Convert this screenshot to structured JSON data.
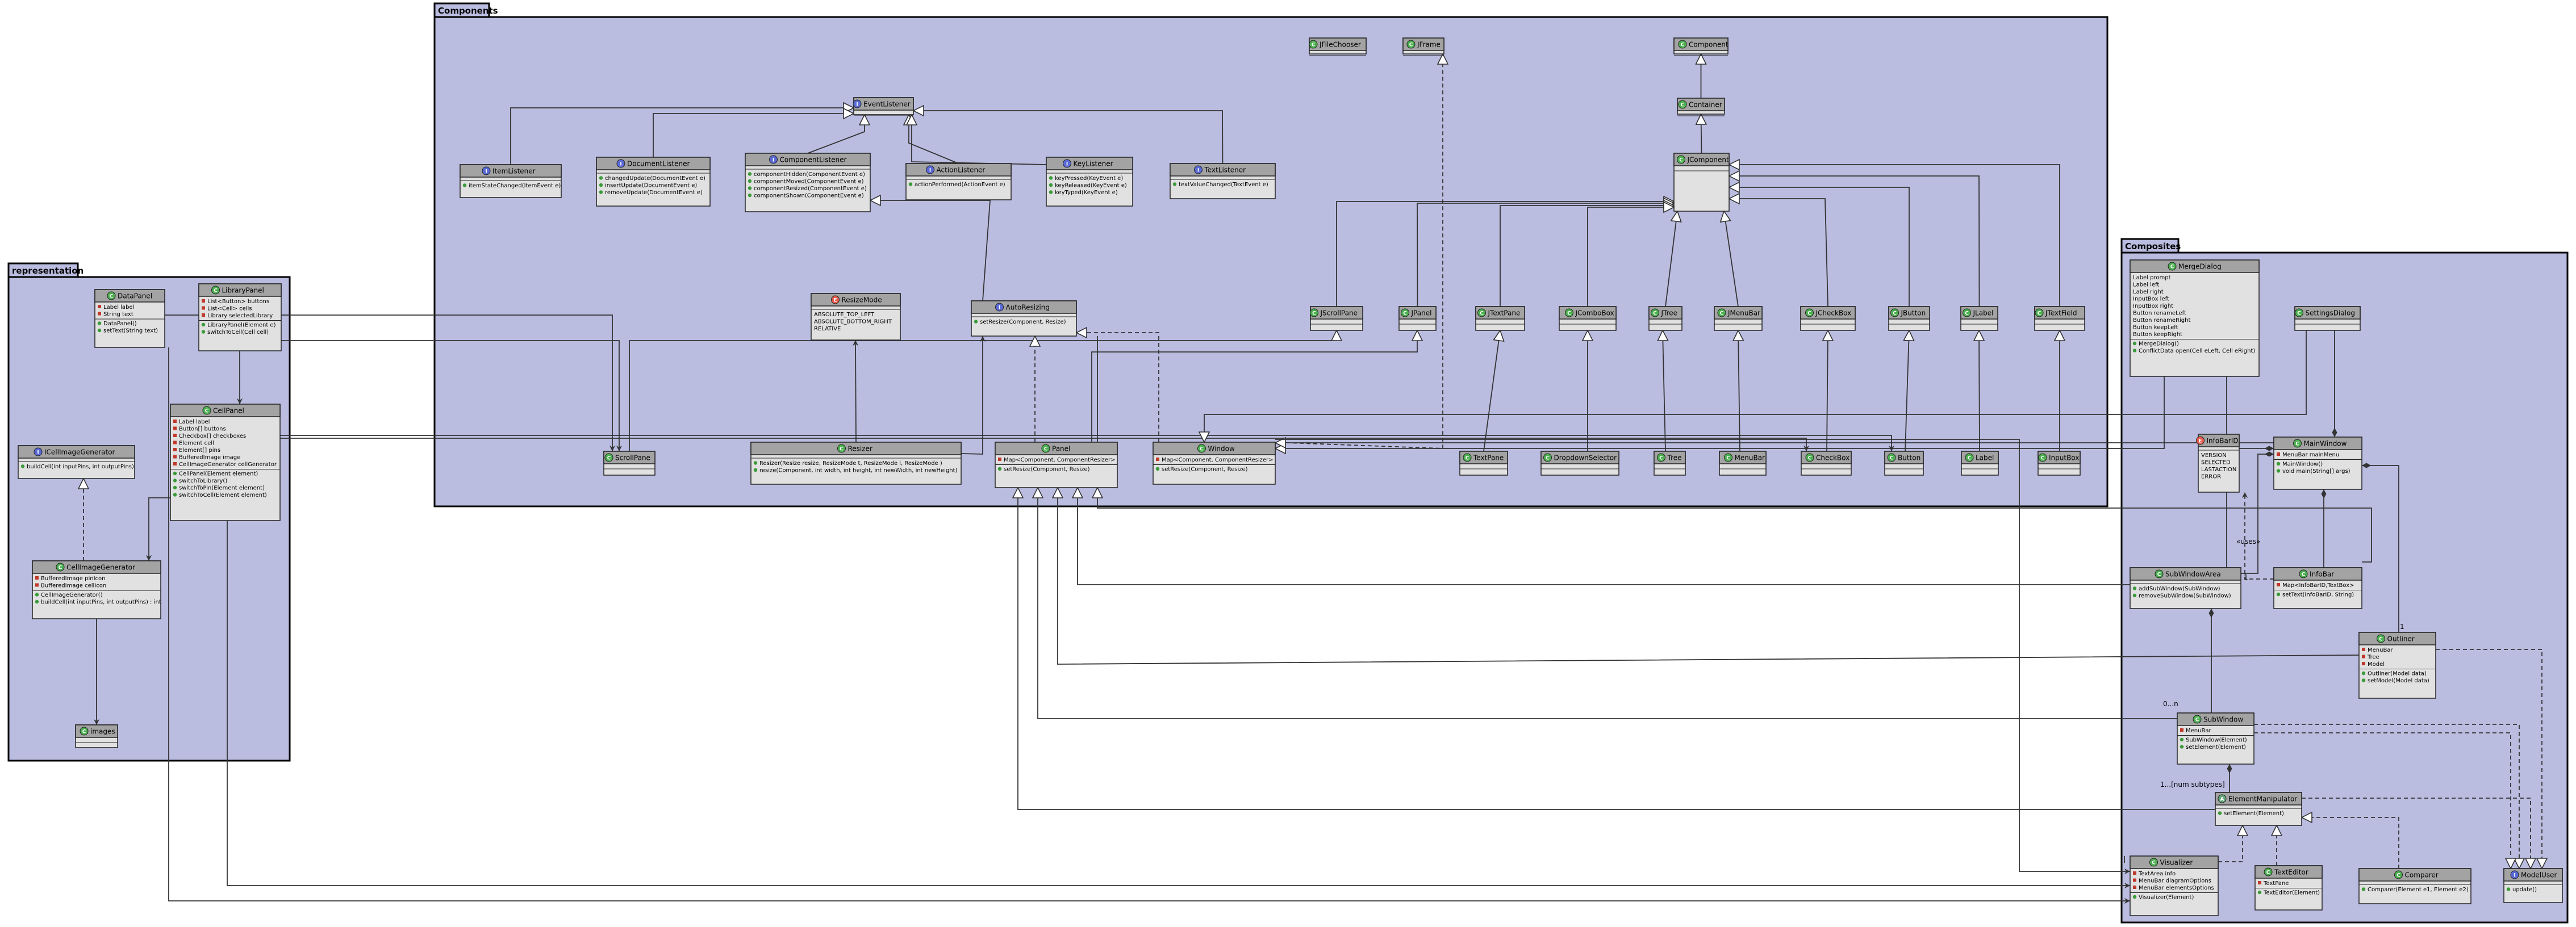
{
  "packages": [
    {
      "id": "components",
      "title": "Components"
    },
    {
      "id": "representation",
      "title": "representation"
    },
    {
      "id": "composites",
      "title": "Composites"
    }
  ],
  "classes": [
    {
      "id": "EventListener",
      "name": "EventListener",
      "kind": "interface",
      "members": []
    },
    {
      "id": "ItemListener",
      "name": "ItemListener",
      "kind": "interface",
      "members": [
        {
          "v": "pub",
          "t": "itemStateChanged(ItemEvent e)"
        }
      ]
    },
    {
      "id": "DocumentListener",
      "name": "DocumentListener",
      "kind": "interface",
      "members": [
        {
          "v": "pub",
          "t": "changedUpdate(DocumentEvent e)"
        },
        {
          "v": "pub",
          "t": "insertUpdate(DocumentEvent e)"
        },
        {
          "v": "pub",
          "t": "removeUpdate(DocumentEvent e)"
        }
      ]
    },
    {
      "id": "ComponentListener",
      "name": "ComponentListener",
      "kind": "interface",
      "members": [
        {
          "v": "pub",
          "t": "componentHidden(ComponentEvent e)"
        },
        {
          "v": "pub",
          "t": "componentMoved(ComponentEvent e)"
        },
        {
          "v": "pub",
          "t": "componentResized(ComponentEvent e)"
        },
        {
          "v": "pub",
          "t": "componentShown(ComponentEvent e)"
        }
      ]
    },
    {
      "id": "ActionListener",
      "name": "ActionListener",
      "kind": "interface",
      "members": [
        {
          "v": "pub",
          "t": "actionPerformed(ActionEvent e)"
        }
      ]
    },
    {
      "id": "KeyListener",
      "name": "KeyListener",
      "kind": "interface",
      "members": [
        {
          "v": "pub",
          "t": "keyPressed(KeyEvent e)"
        },
        {
          "v": "pub",
          "t": "keyReleased(KeyEvent e)"
        },
        {
          "v": "pub",
          "t": "keyTyped(KeyEvent e)"
        }
      ]
    },
    {
      "id": "TextListener",
      "name": "TextListener",
      "kind": "interface",
      "members": [
        {
          "v": "pub",
          "t": "textValueChanged(TextEvent e)"
        }
      ]
    },
    {
      "id": "JFileChooser",
      "name": "JFileChooser",
      "kind": "class",
      "members": []
    },
    {
      "id": "JFrame",
      "name": "JFrame",
      "kind": "class",
      "members": []
    },
    {
      "id": "Component",
      "name": "Component",
      "kind": "class",
      "members": []
    },
    {
      "id": "Container",
      "name": "Container",
      "kind": "class",
      "members": []
    },
    {
      "id": "JComponent",
      "name": "JComponent",
      "kind": "class",
      "members": []
    },
    {
      "id": "ResizeMode",
      "name": "ResizeMode",
      "kind": "enum",
      "members": [
        {
          "v": "none",
          "t": "ABSOLUTE_TOP_LEFT"
        },
        {
          "v": "none",
          "t": "ABSOLUTE_BOTTOM_RIGHT"
        },
        {
          "v": "none",
          "t": "RELATIVE"
        }
      ]
    },
    {
      "id": "AutoResizing",
      "name": "AutoResizing",
      "kind": "interface",
      "members": [
        {
          "v": "pub",
          "t": "setResize(Component, Resize)"
        }
      ]
    },
    {
      "id": "JScrollPane",
      "name": "JScrollPane",
      "kind": "class",
      "members": []
    },
    {
      "id": "JPanel",
      "name": "JPanel",
      "kind": "class",
      "members": []
    },
    {
      "id": "JTextPane",
      "name": "JTextPane",
      "kind": "class",
      "members": []
    },
    {
      "id": "JComboBox",
      "name": "JComboBox",
      "kind": "class",
      "members": []
    },
    {
      "id": "JTree",
      "name": "JTree",
      "kind": "class",
      "members": []
    },
    {
      "id": "JMenuBar",
      "name": "JMenuBar",
      "kind": "class",
      "members": []
    },
    {
      "id": "JCheckBox",
      "name": "JCheckBox",
      "kind": "class",
      "members": []
    },
    {
      "id": "JButton",
      "name": "JButton",
      "kind": "class",
      "members": []
    },
    {
      "id": "JLabel",
      "name": "JLabel",
      "kind": "class",
      "members": []
    },
    {
      "id": "JTextField",
      "name": "JTextField",
      "kind": "class",
      "members": []
    },
    {
      "id": "ScrollPane",
      "name": "ScrollPane",
      "kind": "class",
      "members": []
    },
    {
      "id": "Resizer",
      "name": "Resizer",
      "kind": "class",
      "members": [
        {
          "v": "pub",
          "t": "Resizer(Resize resize, ResizeMode t, ResizeMode l, ResizeMode )"
        },
        {
          "v": "pub",
          "t": "resize(Component, int width, int height, int newWidth, int newHeight)"
        }
      ]
    },
    {
      "id": "Panel",
      "name": "Panel",
      "kind": "class",
      "members": [
        {
          "v": "priv",
          "t": "Map<Component, ComponentResizer>"
        },
        {
          "v": "sep"
        },
        {
          "v": "pub",
          "t": "setResize(Component, Resize)"
        }
      ]
    },
    {
      "id": "Window",
      "name": "Window",
      "kind": "class",
      "members": [
        {
          "v": "priv",
          "t": "Map<Component, ComponentResizer>"
        },
        {
          "v": "sep"
        },
        {
          "v": "pub",
          "t": "setResize(Component, Resize)"
        }
      ]
    },
    {
      "id": "TextPane",
      "name": "TextPane",
      "kind": "class",
      "members": []
    },
    {
      "id": "DropdownSelector",
      "name": "DropdownSelector",
      "kind": "class",
      "members": []
    },
    {
      "id": "Tree",
      "name": "Tree",
      "kind": "class",
      "members": []
    },
    {
      "id": "MenuBar",
      "name": "MenuBar",
      "kind": "class",
      "members": []
    },
    {
      "id": "CheckBox",
      "name": "CheckBox",
      "kind": "class",
      "members": []
    },
    {
      "id": "Button",
      "name": "Button",
      "kind": "class",
      "members": []
    },
    {
      "id": "Label",
      "name": "Label",
      "kind": "class",
      "members": []
    },
    {
      "id": "InputBox",
      "name": "InputBox",
      "kind": "class",
      "members": []
    },
    {
      "id": "DataPanel",
      "name": "DataPanel",
      "kind": "class",
      "members": [
        {
          "v": "priv",
          "t": "Label label"
        },
        {
          "v": "priv",
          "t": "String text"
        },
        {
          "v": "sep"
        },
        {
          "v": "pub",
          "t": "DataPanel()"
        },
        {
          "v": "pub",
          "t": "setText(String text)"
        }
      ]
    },
    {
      "id": "LibraryPanel",
      "name": "LibraryPanel",
      "kind": "class",
      "members": [
        {
          "v": "priv",
          "t": "List<Button> buttons"
        },
        {
          "v": "priv",
          "t": "List<Cell> cells"
        },
        {
          "v": "priv",
          "t": "Library selectedLibrary"
        },
        {
          "v": "sep"
        },
        {
          "v": "pub",
          "t": "LibraryPanel(Element e)"
        },
        {
          "v": "pub",
          "t": "switchToCell(Cell cell)"
        }
      ]
    },
    {
      "id": "CellPanel",
      "name": "CellPanel",
      "kind": "class",
      "members": [
        {
          "v": "priv",
          "t": "Label label"
        },
        {
          "v": "priv",
          "t": "Button[] buttons"
        },
        {
          "v": "priv",
          "t": "Checkbox[] checkboxes"
        },
        {
          "v": "priv",
          "t": "Element cell"
        },
        {
          "v": "priv",
          "t": "Element[] pins"
        },
        {
          "v": "priv",
          "t": "BufferedImage image"
        },
        {
          "v": "priv",
          "t": "CellImageGenerator cellGenerator"
        },
        {
          "v": "sep"
        },
        {
          "v": "pub",
          "t": "CellPanel(Element element)"
        },
        {
          "v": "pub",
          "t": "switchToLibrary()"
        },
        {
          "v": "pub",
          "t": "switchToPin(Element element)"
        },
        {
          "v": "pub",
          "t": "switchToCell(Element element)"
        }
      ]
    },
    {
      "id": "ICellImageGenerator",
      "name": "ICellImageGenerator",
      "kind": "interface",
      "members": [
        {
          "v": "pub",
          "t": "buildCell(int inputPins, int outputPins)"
        }
      ]
    },
    {
      "id": "CellImageGenerator",
      "name": "CellImageGenerator",
      "kind": "class",
      "members": [
        {
          "v": "priv",
          "t": "BufferedImage pinIcon"
        },
        {
          "v": "priv",
          "t": "BufferedImage cellIcon"
        },
        {
          "v": "sep"
        },
        {
          "v": "pub",
          "t": "CellImageGenerator()"
        },
        {
          "v": "pub",
          "t": "buildCell(int inputPins, int outputPins) : int"
        }
      ]
    },
    {
      "id": "Images",
      "name": "images",
      "kind": "class",
      "members": []
    },
    {
      "id": "MergeDialog",
      "name": "MergeDialog",
      "kind": "class",
      "members": [
        {
          "v": "none",
          "t": "Label prompt"
        },
        {
          "v": "none",
          "t": "Label left"
        },
        {
          "v": "none",
          "t": "Label right"
        },
        {
          "v": "none",
          "t": "InputBox left"
        },
        {
          "v": "none",
          "t": "InputBox right"
        },
        {
          "v": "none",
          "t": "Button renameLeft"
        },
        {
          "v": "none",
          "t": "Button renameRight"
        },
        {
          "v": "none",
          "t": "Button keepLeft"
        },
        {
          "v": "none",
          "t": "Button keepRight"
        },
        {
          "v": "sep"
        },
        {
          "v": "pub",
          "t": "MergeDialog()"
        },
        {
          "v": "pub",
          "t": "ConflictData open(Cell eLeft, Cell eRight)"
        }
      ]
    },
    {
      "id": "SettingsDialog",
      "name": "SettingsDialog",
      "kind": "class",
      "members": []
    },
    {
      "id": "InfoBarID",
      "name": "InfoBarID",
      "kind": "enum",
      "members": [
        {
          "v": "none",
          "t": "VERSION"
        },
        {
          "v": "none",
          "t": "SELECTED"
        },
        {
          "v": "none",
          "t": "LASTACTION"
        },
        {
          "v": "none",
          "t": "ERROR"
        }
      ]
    },
    {
      "id": "MainWindow",
      "name": "MainWindow",
      "kind": "class",
      "members": [
        {
          "v": "priv",
          "t": "MenuBar mainMenu"
        },
        {
          "v": "sep"
        },
        {
          "v": "pub",
          "t": "MainWindow()"
        },
        {
          "v": "pub",
          "t": "void main(String[] args)"
        }
      ]
    },
    {
      "id": "SubWindowArea",
      "name": "SubWindowArea",
      "kind": "class",
      "members": [
        {
          "v": "pub",
          "t": "addSubWindow(SubWindow)"
        },
        {
          "v": "pub",
          "t": "removeSubWindow(SubWindow)"
        }
      ]
    },
    {
      "id": "InfoBar",
      "name": "InfoBar",
      "kind": "class",
      "members": [
        {
          "v": "priv",
          "t": "Map<InfoBarID,TextBox>"
        },
        {
          "v": "sep"
        },
        {
          "v": "pub",
          "t": "setText(InfoBarID, String)"
        }
      ]
    },
    {
      "id": "Outliner",
      "name": "Outliner",
      "kind": "class",
      "members": [
        {
          "v": "priv",
          "t": "MenuBar"
        },
        {
          "v": "priv",
          "t": "Tree"
        },
        {
          "v": "priv",
          "t": "Model"
        },
        {
          "v": "sep"
        },
        {
          "v": "pub",
          "t": "Outliner(Model data)"
        },
        {
          "v": "pub",
          "t": "setModel(Model data)"
        }
      ]
    },
    {
      "id": "SubWindow",
      "name": "SubWindow",
      "kind": "class",
      "members": [
        {
          "v": "priv",
          "t": "MenuBar"
        },
        {
          "v": "sep"
        },
        {
          "v": "pub",
          "t": "SubWindow(Element)"
        },
        {
          "v": "pub",
          "t": "setElement(Element)"
        }
      ]
    },
    {
      "id": "ElementManipulator",
      "name": "ElementManipulator",
      "kind": "abstract",
      "members": [
        {
          "v": "pub",
          "t": "setElement(Element)"
        }
      ]
    },
    {
      "id": "Visualizer",
      "name": "Visualizer",
      "kind": "class",
      "members": [
        {
          "v": "priv",
          "t": "TextArea info"
        },
        {
          "v": "priv",
          "t": "MenuBar diagramOptions"
        },
        {
          "v": "priv",
          "t": "MenuBar elementsOptions"
        },
        {
          "v": "sep"
        },
        {
          "v": "pub",
          "t": "Visualizer(Element)"
        }
      ]
    },
    {
      "id": "TextEditor",
      "name": "TextEditor",
      "kind": "class",
      "members": [
        {
          "v": "priv",
          "t": "TextPane"
        },
        {
          "v": "sep"
        },
        {
          "v": "pub",
          "t": "TextEditor(Element)"
        }
      ]
    },
    {
      "id": "Comparer",
      "name": "Comparer",
      "kind": "class",
      "members": [
        {
          "v": "pub",
          "t": "Comparer(Element e1, Element e2)"
        }
      ]
    },
    {
      "id": "ModelUser",
      "name": "ModelUser",
      "kind": "interface",
      "members": [
        {
          "v": "pub",
          "t": "update()"
        }
      ]
    }
  ],
  "edge_labels": [
    {
      "id": "uses",
      "text": "«uses»"
    },
    {
      "id": "one",
      "text": "1"
    },
    {
      "id": "zero-n",
      "text": "0...n"
    },
    {
      "id": "num-subtypes",
      "text": "1...[num subtypes]"
    },
    {
      "id": "one-b",
      "text": "1"
    }
  ]
}
